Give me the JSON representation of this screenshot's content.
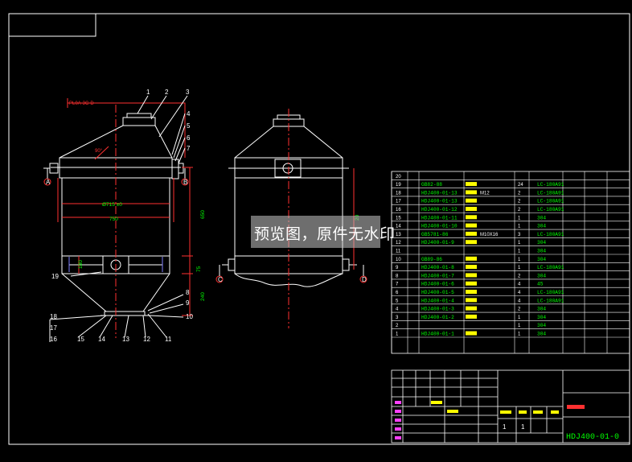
{
  "drawing_code": "HDJ400-01-0",
  "watermark": "预览图，原件无水印",
  "flange_note": "PL0A-3C-D",
  "angle_label": "90°",
  "dimensions": {
    "inner_diameter": "Ø715 ±0",
    "outer_width": "750",
    "height_upper": "650",
    "height_mid": "75",
    "height_lower": "240",
    "band_height": "180",
    "right_height": "20"
  },
  "nozzles": [
    "A",
    "B",
    "C",
    "D"
  ],
  "callouts_top": [
    "1",
    "2",
    "3"
  ],
  "callouts_right_upper": [
    "4",
    "5",
    "6",
    "7"
  ],
  "callouts_right_lower": [
    "8",
    "9",
    "10"
  ],
  "callouts_bottom": [
    "15",
    "14",
    "13",
    "12",
    "11"
  ],
  "callouts_left": [
    "18",
    "17",
    "16"
  ],
  "callout_19": "19",
  "bom_rows": [
    {
      "no": "20",
      "code": "",
      "name": "",
      "qty": "",
      "mat": ""
    },
    {
      "no": "19",
      "code": "GB82-88",
      "name": "",
      "qty": "24",
      "mat": "LC-180A91"
    },
    {
      "no": "18",
      "code": "HDJ400-01-13",
      "name": "M12",
      "qty": "2",
      "mat": "LC-180A91"
    },
    {
      "no": "17",
      "code": "HDJ400-01-13",
      "name": "",
      "qty": "2",
      "mat": "LC-180A91"
    },
    {
      "no": "16",
      "code": "HDJ400-01-12",
      "name": "",
      "qty": "2",
      "mat": "LC-180A91"
    },
    {
      "no": "15",
      "code": "HDJ400-01-11",
      "name": "",
      "qty": "1",
      "mat": "304"
    },
    {
      "no": "14",
      "code": "HDJ400-01-10",
      "name": "",
      "qty": "1",
      "mat": "304"
    },
    {
      "no": "13",
      "code": "GB5781-86",
      "name": "M10X16",
      "qty": "3",
      "mat": "LC-180A91"
    },
    {
      "no": "12",
      "code": "HDJ400-01-9",
      "name": "",
      "qty": "1",
      "mat": "304"
    },
    {
      "no": "11",
      "code": "",
      "name": "",
      "qty": "1",
      "mat": "304"
    },
    {
      "no": "10",
      "code": "GB89-86",
      "name": "",
      "qty": "1",
      "mat": "304"
    },
    {
      "no": "9",
      "code": "HDJ400-01-8",
      "name": "",
      "qty": "1",
      "mat": "LC-180A91"
    },
    {
      "no": "8",
      "code": "HDJ400-01-7",
      "name": "",
      "qty": "2",
      "mat": "304"
    },
    {
      "no": "7",
      "code": "HDJ400-01-6",
      "name": "",
      "qty": "4",
      "mat": "45"
    },
    {
      "no": "6",
      "code": "HDJ400-01-5",
      "name": "",
      "qty": "4",
      "mat": "LC-180A91"
    },
    {
      "no": "5",
      "code": "HDJ400-01-4",
      "name": "",
      "qty": "4",
      "mat": "LC-180A91"
    },
    {
      "no": "4",
      "code": "HDJ400-01-3",
      "name": "",
      "qty": "2",
      "mat": "304"
    },
    {
      "no": "3",
      "code": "HDJ400-01-2",
      "name": "",
      "qty": "1",
      "mat": "304"
    },
    {
      "no": "2",
      "code": "",
      "name": "",
      "qty": "1",
      "mat": "304"
    },
    {
      "no": "1",
      "code": "HDJ400-01-1",
      "name": "",
      "qty": "1",
      "mat": "304"
    }
  ],
  "title_block": {
    "scale": "1",
    "sheet": "1"
  }
}
